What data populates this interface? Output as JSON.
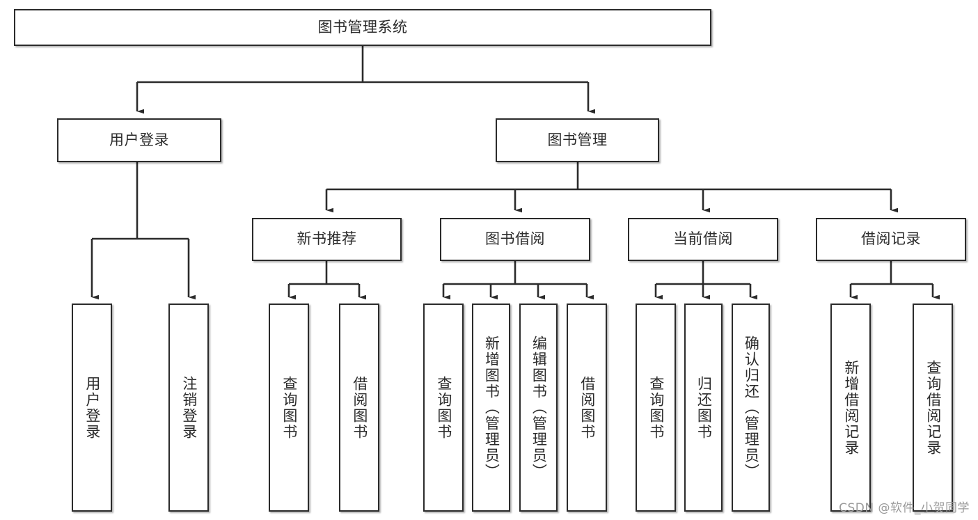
{
  "diagram": {
    "type": "tree-hierarchy-chart",
    "title_node": "图书管理系统",
    "watermark": "CSDN @软件_小贺同学",
    "colors": {
      "box_border": "#2b2b2b",
      "box_fill": "#ffffff",
      "connector": "#2b2b2b",
      "text": "#2b2b2b",
      "watermark": "#9a9a9a",
      "background": "#ffffff"
    },
    "root": {
      "label": "图书管理系统",
      "orientation": "horizontal"
    },
    "level2": [
      {
        "label": "用户登录",
        "orientation": "horizontal"
      },
      {
        "label": "图书管理",
        "orientation": "horizontal"
      }
    ],
    "level3": [
      {
        "label": "新书推荐",
        "orientation": "horizontal"
      },
      {
        "label": "图书借阅",
        "orientation": "horizontal"
      },
      {
        "label": "当前借阅",
        "orientation": "horizontal"
      },
      {
        "label": "借阅记录",
        "orientation": "horizontal"
      }
    ],
    "leaves": {
      "user_login": [
        {
          "label": "用户登录",
          "orientation": "vertical"
        },
        {
          "label": "注销登录",
          "orientation": "vertical"
        }
      ],
      "new_book_recommend": [
        {
          "label": "查询图书",
          "orientation": "vertical"
        },
        {
          "label": "借阅图书",
          "orientation": "vertical"
        }
      ],
      "book_borrow": [
        {
          "label": "查询图书",
          "orientation": "vertical"
        },
        {
          "label": "新增图书（管理员）",
          "orientation": "vertical"
        },
        {
          "label": "编辑图书（管理员）",
          "orientation": "vertical"
        },
        {
          "label": "借阅图书",
          "orientation": "vertical"
        }
      ],
      "current_borrow": [
        {
          "label": "查询图书",
          "orientation": "vertical"
        },
        {
          "label": "归还图书",
          "orientation": "vertical"
        },
        {
          "label": "确认归还（管理员）",
          "orientation": "vertical"
        }
      ],
      "borrow_record": [
        {
          "label": "新增借阅记录",
          "orientation": "vertical"
        },
        {
          "label": "查询借阅记录",
          "orientation": "vertical"
        }
      ]
    }
  }
}
